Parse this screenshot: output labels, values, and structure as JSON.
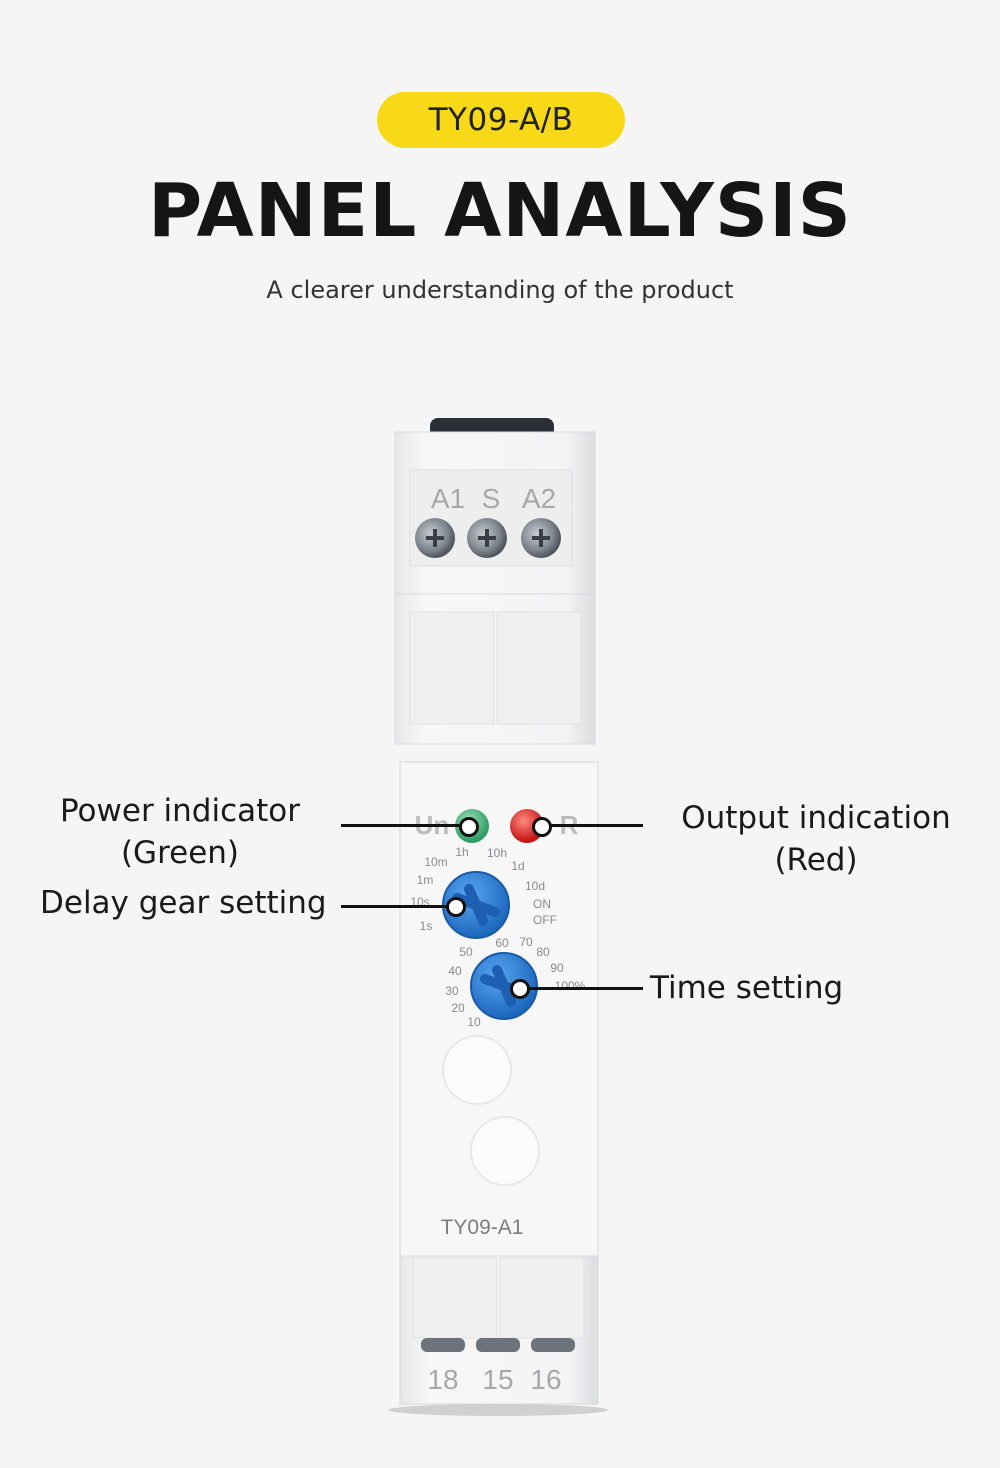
{
  "header": {
    "badge": "TY09-A/B",
    "title": "PANEL ANALYSIS",
    "subtitle": "A clearer understanding of the product"
  },
  "device": {
    "top_terminals": [
      "A1",
      "S",
      "A2"
    ],
    "indicator_left": "Un",
    "indicator_right": "R",
    "gear_dial_labels": [
      "1h",
      "10h",
      "10m",
      "1d",
      "1m",
      "10d",
      "10s",
      "ON",
      "OFF",
      "1s"
    ],
    "time_dial_labels": [
      "50",
      "60",
      "70",
      "80",
      "40",
      "90",
      "30",
      "100%",
      "20",
      "10"
    ],
    "model": "TY09-A1",
    "bottom_terminals": [
      "18",
      "15",
      "16"
    ]
  },
  "callouts": {
    "power_indicator": [
      "Power indicator",
      "(Green)"
    ],
    "delay_gear": "Delay gear setting",
    "output_indication": [
      "Output indication",
      "(Red)"
    ],
    "time_setting": "Time setting"
  },
  "colors": {
    "badge": "#f7d917",
    "knob": "#2a7fd6",
    "green_led": "#2f9e63",
    "red_led": "#d42020"
  }
}
